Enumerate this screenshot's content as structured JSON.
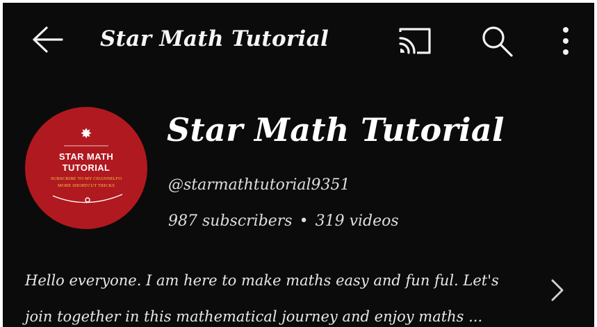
{
  "header": {
    "title": "Star Math Tutorial",
    "icons": {
      "back": "arrow-left-icon",
      "cast": "cast-icon",
      "search": "search-icon",
      "more": "more-vertical-icon"
    }
  },
  "channel": {
    "name": "Star Math Tutorial",
    "handle": "@starmathtutorial9351",
    "subscribers": "987 subscribers",
    "separator": "•",
    "videos": "319 videos",
    "avatar": {
      "background": "#b0191f",
      "star": "✸",
      "logo_line1": "STAR MATH",
      "logo_line2": "TUTORIAL",
      "logo_sub1": "SUBSCRIBE TO MY CHANNELFO",
      "logo_sub2": "MORE SHORTCUT TRICKS"
    },
    "description": {
      "line1": "Hello everyone. I am here to make maths easy and fun ful. Let's",
      "line2": "join together in this mathematical journey and enjoy maths ..."
    }
  },
  "colors": {
    "background": "#0b0b0b",
    "text": "#f2f2f2",
    "accent_gold": "#f3c54a"
  }
}
